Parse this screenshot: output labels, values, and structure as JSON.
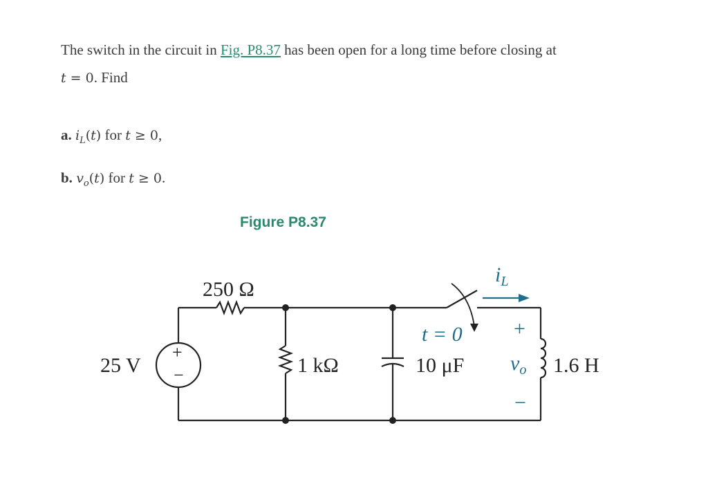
{
  "problem": {
    "text_before_link": "The switch in the circuit in ",
    "link_text": "Fig. P8.37",
    "text_after_link": " has been open for a long time before closing at",
    "line2_math": "t = 0",
    "line2_rest": ". Find"
  },
  "parts": [
    {
      "letter": "a.",
      "expr": "iL(t)",
      "rest": " for t ≥ 0,"
    },
    {
      "letter": "b.",
      "expr": "vo(t)",
      "rest": " for t ≥ 0."
    }
  ],
  "figure": {
    "title": "Figure P8.37",
    "labels": {
      "source_voltage": "25 V",
      "source_plus": "+",
      "source_minus": "−",
      "series_resistor": "250 Ω",
      "shunt_resistor": "1 kΩ",
      "capacitor": "10 μF",
      "switch_time": "t = 0",
      "current": "i",
      "current_sub": "L",
      "vo_plus": "+",
      "vo": "v",
      "vo_sub": "o",
      "vo_minus": "−",
      "inductor": "1.6 H"
    },
    "colors": {
      "accent_green": "#2b8a6e",
      "annotation_blue": "#1f6e8c",
      "wire": "#222222"
    }
  }
}
